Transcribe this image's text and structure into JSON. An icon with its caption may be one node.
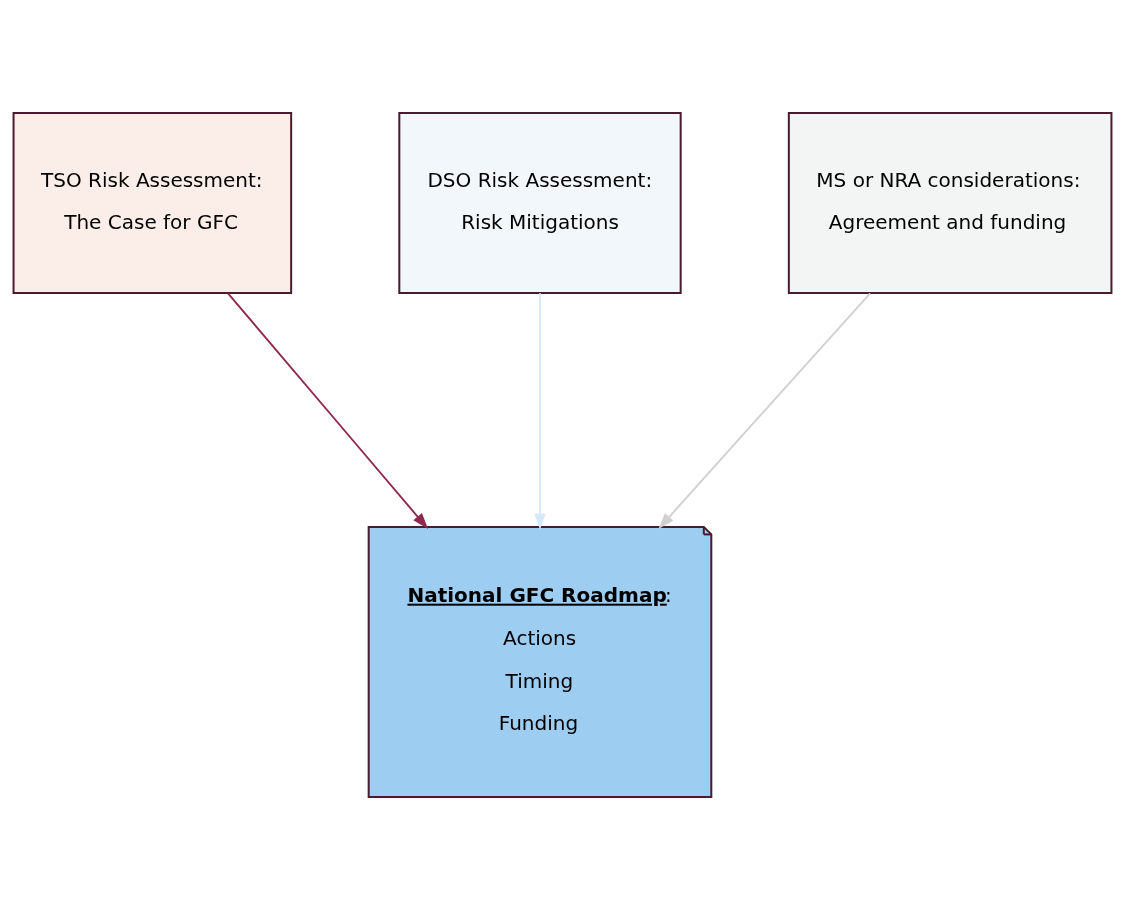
{
  "diagram": {
    "nodes": [
      {
        "text": [
          "TSO Risk Assessment:",
          "The Case for GFC"
        ]
      },
      {
        "text": [
          "DSO Risk Assessment:",
          "Risk Mitigations"
        ]
      },
      {
        "text": [
          "MS or NRA considerations:",
          "Agreement and funding"
        ]
      },
      {
        "text": [
          "**National GFC Roadmap**:",
          "Actions",
          "Timing",
          "Funding"
        ]
      }
    ],
    "edges": [
      {
        "from": 0,
        "to": 3,
        "arrow": "to",
        "color": "#8e2a4f"
      },
      {
        "from": 1,
        "to": 3,
        "arrow": "to",
        "color": "#d6e9f8"
      },
      {
        "from": 2,
        "to": 3,
        "arrow": "to",
        "color": "#d0d0d0"
      }
    ]
  }
}
